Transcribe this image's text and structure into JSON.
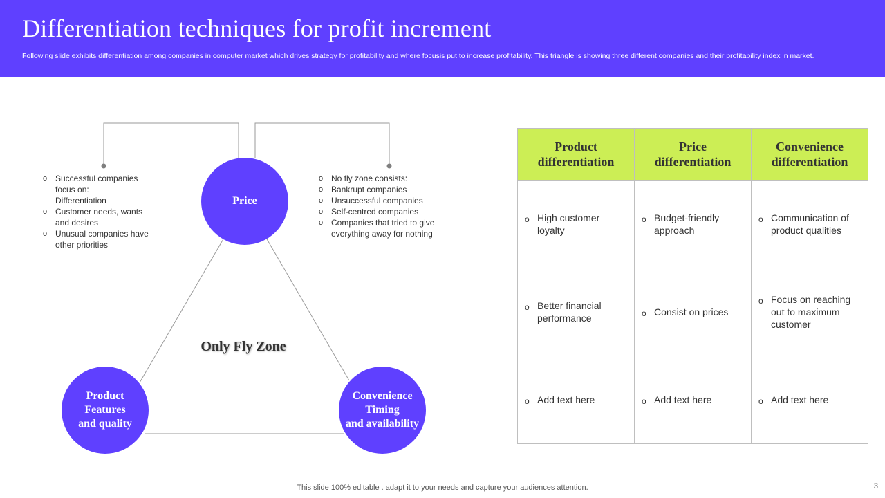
{
  "header": {
    "title": "Differentiation techniques for profit increment",
    "subtitle": "Following slide exhibits differentiation among companies in computer market which drives strategy for profitability and where focusis put to increase profitability. This triangle is  showing three different companies and their profitability index in market."
  },
  "diagram": {
    "top_circle": "Price",
    "left_circle": "Product\nFeatures\nand quality",
    "right_circle": "Convenience\nTiming\nand availability",
    "center_label": "Only Fly Zone",
    "left_bullets": [
      "Successful companies\nfocus on:\nDifferentiation",
      "Customer needs, wants\nand desires",
      "Unusual companies have\nother priorities"
    ],
    "right_bullets": [
      "No fly zone consists:",
      "Bankrupt companies",
      "Unsuccessful companies",
      "Self-centred companies",
      "Companies that tried to give\neverything  away for nothing"
    ]
  },
  "table": {
    "headers": [
      "Product\ndifferentiation",
      "Price\ndifferentiation",
      "Convenience\ndifferentiation"
    ],
    "rows": [
      [
        "High customer loyalty",
        "Budget-friendly approach",
        "Communication of product qualities"
      ],
      [
        "Better financial performance",
        "Consist on prices",
        "Focus on reaching out to maximum customer"
      ],
      [
        "Add text here",
        "Add text here",
        "Add text here"
      ]
    ]
  },
  "footer": {
    "note": "This slide 100% editable . adapt it to your needs and capture your audiences attention.",
    "page_number": "3"
  },
  "colors": {
    "accent": "#5f40ff",
    "table_header": "#ccee55"
  }
}
